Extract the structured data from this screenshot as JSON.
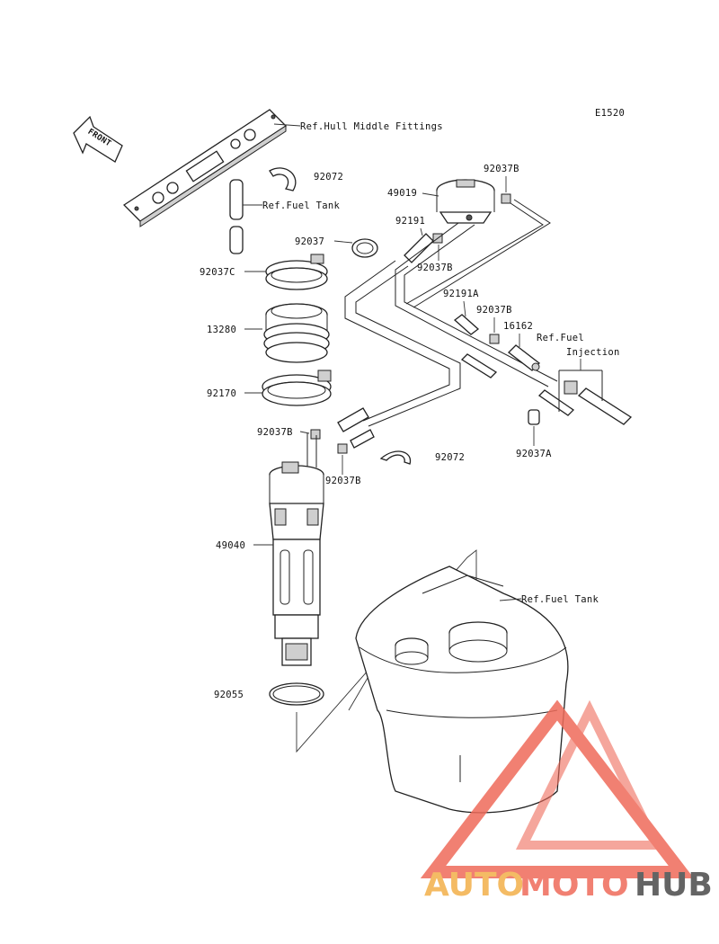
{
  "diagram_code": "E1520",
  "front_label": "FRONT",
  "refs": {
    "hull_middle_fittings": "Ref.Hull Middle Fittings",
    "fuel_tank_upper": "Ref.Fuel Tank",
    "fuel_injection_line1": "Ref.Fuel",
    "fuel_injection_line2": "Injection",
    "fuel_tank_lower": "Ref.Fuel Tank"
  },
  "parts": {
    "p92072a": "92072",
    "p49019": "49019",
    "p92037b_top": "92037B",
    "p92191": "92191",
    "p92037": "92037",
    "p92037b_mid": "92037B",
    "p92037c": "92037C",
    "p92191a": "92191A",
    "p92037b_right": "92037B",
    "p16162": "16162",
    "p13280": "13280",
    "p92170": "92170",
    "p92037b_left": "92037B",
    "p92072b": "92072",
    "p92037a": "92037A",
    "p92037b_low": "92037B",
    "p49040": "49040",
    "p92055": "92055"
  },
  "watermark": {
    "part1": "AUTO",
    "part2": "MOTO",
    "part3": "HUB",
    "colors": {
      "auto": "#f3b04a",
      "moto": "#ef6b5a",
      "hub": "#4a4a4a",
      "triangle": "#ef6b5a"
    }
  }
}
